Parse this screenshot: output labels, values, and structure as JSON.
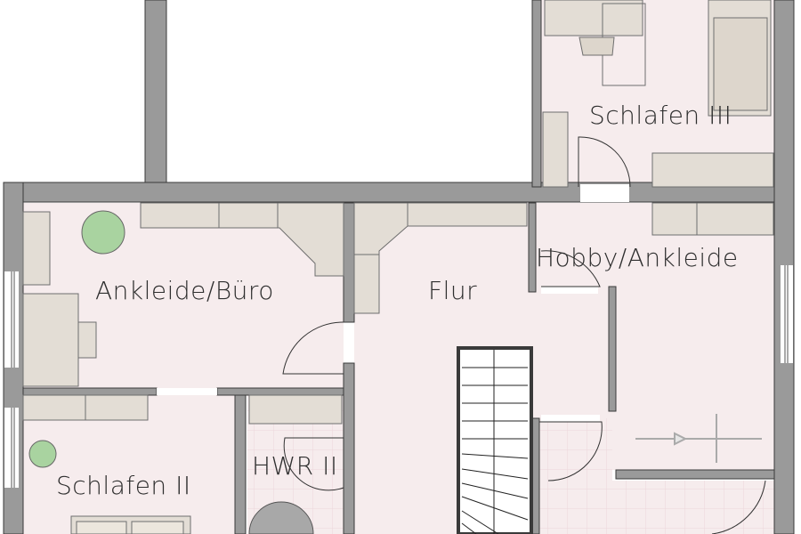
{
  "plan": {
    "colors": {
      "wall": "#9a9a9a",
      "wall_outline": "#3a3a3a",
      "floor": "#f6eced",
      "furniture": "#e3ddd5",
      "plant": "#a9d3a0",
      "tile_line": "#ecd6da"
    },
    "rooms": [
      {
        "id": "schlafen-iii",
        "label": "Schlafen III"
      },
      {
        "id": "ankleide-buero",
        "label": "Ankleide/Büro"
      },
      {
        "id": "flur",
        "label": "Flur"
      },
      {
        "id": "hobby-ankleide",
        "label": "Hobby/Ankleide"
      },
      {
        "id": "schlafen-ii",
        "label": "Schlafen II"
      },
      {
        "id": "hwr-ii",
        "label": "HWR II"
      }
    ]
  }
}
